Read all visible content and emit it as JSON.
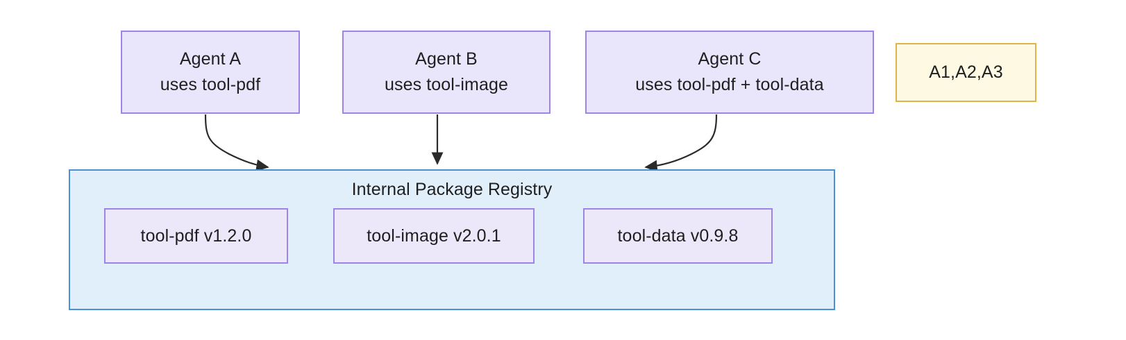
{
  "diagram": {
    "type": "flowchart",
    "title": "",
    "background": "#ffffff",
    "colors": {
      "agent_fill": "#e9e5fb",
      "agent_stroke": "#9d85e8",
      "cluster_fill": "#e1effb",
      "cluster_stroke": "#4b8fd4",
      "package_fill": "#ece8fa",
      "package_stroke": "#9d85e8",
      "note_fill": "#fdf9e3",
      "note_stroke": "#dcb44a",
      "edge_stroke": "#2b2b2b",
      "text": "#1f1f1f"
    }
  },
  "agents": [
    {
      "id": "agent-a",
      "line1": "Agent A",
      "line2": "uses tool-pdf"
    },
    {
      "id": "agent-b",
      "line1": "Agent B",
      "line2": "uses tool-image"
    },
    {
      "id": "agent-c",
      "line1": "Agent C",
      "line2": "uses tool-pdf + tool-data"
    }
  ],
  "registry": {
    "title": "Internal Package Registry",
    "packages": [
      {
        "id": "tool-pdf",
        "label": "tool-pdf v1.2.0",
        "name": "tool-pdf",
        "version": "v1.2.0"
      },
      {
        "id": "tool-image",
        "label": "tool-image v2.0.1",
        "name": "tool-image",
        "version": "v2.0.1"
      },
      {
        "id": "tool-data",
        "label": "tool-data v0.9.8",
        "name": "tool-data",
        "version": "v0.9.8"
      }
    ]
  },
  "note": {
    "label": "A1,A2,A3"
  },
  "edges": [
    {
      "id": "edge-a",
      "from": "agent-a",
      "to": "registry",
      "style": "curved-arrow"
    },
    {
      "id": "edge-b",
      "from": "agent-b",
      "to": "registry",
      "style": "straight-arrow"
    },
    {
      "id": "edge-c",
      "from": "agent-c",
      "to": "registry",
      "style": "curved-arrow"
    }
  ]
}
